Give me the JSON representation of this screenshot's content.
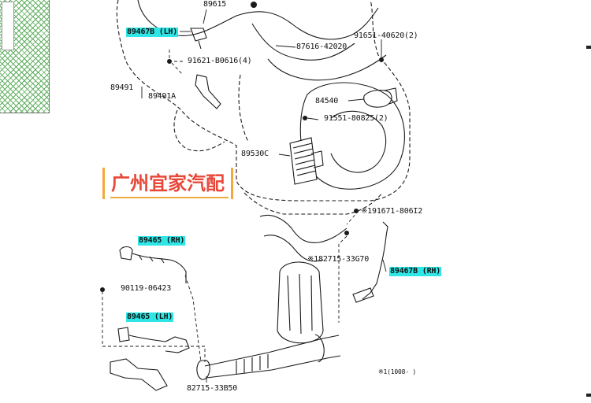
{
  "labels": {
    "p89615": "89615",
    "p89467_lh": "89467B (LH)",
    "p91621": "91621-B0616(4)",
    "p91651": "91651-40620(2)",
    "p87616": "87616-42020",
    "p89491": "89491",
    "p89491a": "89491A",
    "p84540": "84540",
    "p91551": "91551-80825(2)",
    "p89530c": "89530C",
    "p191671": "※191671-806I2",
    "p89465_rh": "89465 (RH)",
    "p82715_33g70": "※182715-33G70",
    "p89467_rh": "89467B (RH)",
    "p90119": "90119-06423",
    "p89465_lh": "89465 (LH)",
    "p82715_33b50": "82715-33B50",
    "footnote": "※1(1008-    )"
  },
  "watermark": {
    "text": "广州宜家汽配"
  },
  "colors": {
    "highlight": "#2ee6e6",
    "watermark": "#e8483a",
    "line": "#111111"
  }
}
